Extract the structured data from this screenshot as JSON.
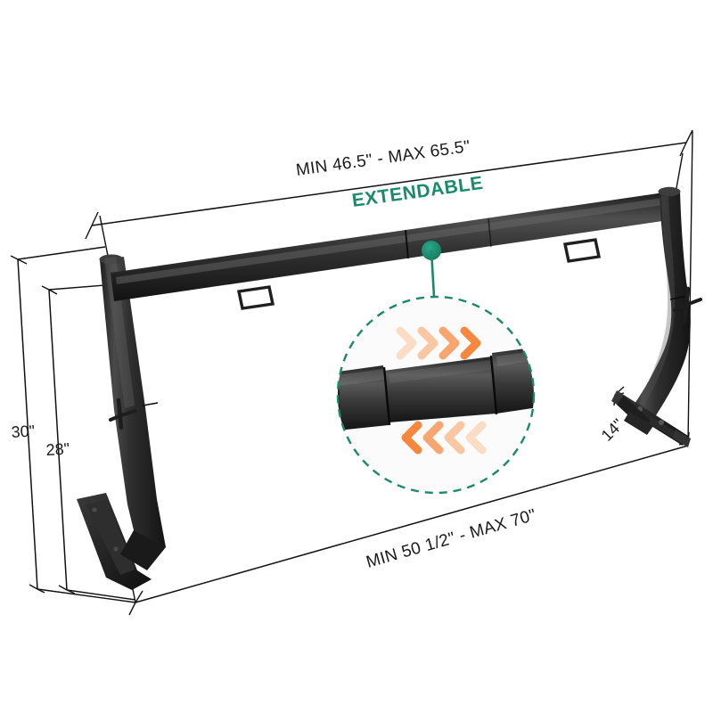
{
  "diagram": {
    "title": "Extendable Truck Ladder Rack Dimension Diagram",
    "background_color": "#ffffff"
  },
  "colors": {
    "accent_teal": "#1a8a6a",
    "chevron_orange": "#F5873F",
    "chevron_orange_light": "#FAD2B4",
    "metal_black": "#2b2b2b",
    "metal_highlight": "#6e6e6e",
    "dimension_line": "#111111"
  },
  "dimensions": {
    "top_width": {
      "label": "MIN 46.5\" - MAX 65.5\"",
      "name": "top-crossbar-width"
    },
    "bottom_width": {
      "label": "MIN 50 1/2\" - MAX 70\"",
      "name": "bottom-base-width"
    },
    "height_outer": {
      "label": "30\"",
      "name": "overall-height"
    },
    "height_inner": {
      "label": "28\"",
      "name": "crossbar-height"
    },
    "depth": {
      "label": "14\"",
      "name": "base-depth"
    }
  },
  "callout": {
    "label": "EXTENDABLE",
    "detail_name": "telescoping-tube-detail",
    "chevrons_top_direction": "right",
    "chevrons_bottom_direction": "left",
    "chevron_count": 4
  },
  "product": {
    "parts": [
      {
        "name": "left-upright-post"
      },
      {
        "name": "right-upright-post"
      },
      {
        "name": "crossbar"
      },
      {
        "name": "left-base-plate"
      },
      {
        "name": "right-base-bracket"
      },
      {
        "name": "tie-down-loop-left"
      },
      {
        "name": "tie-down-loop-right"
      },
      {
        "name": "tie-down-hook-left"
      },
      {
        "name": "tie-down-hook-right"
      }
    ]
  }
}
